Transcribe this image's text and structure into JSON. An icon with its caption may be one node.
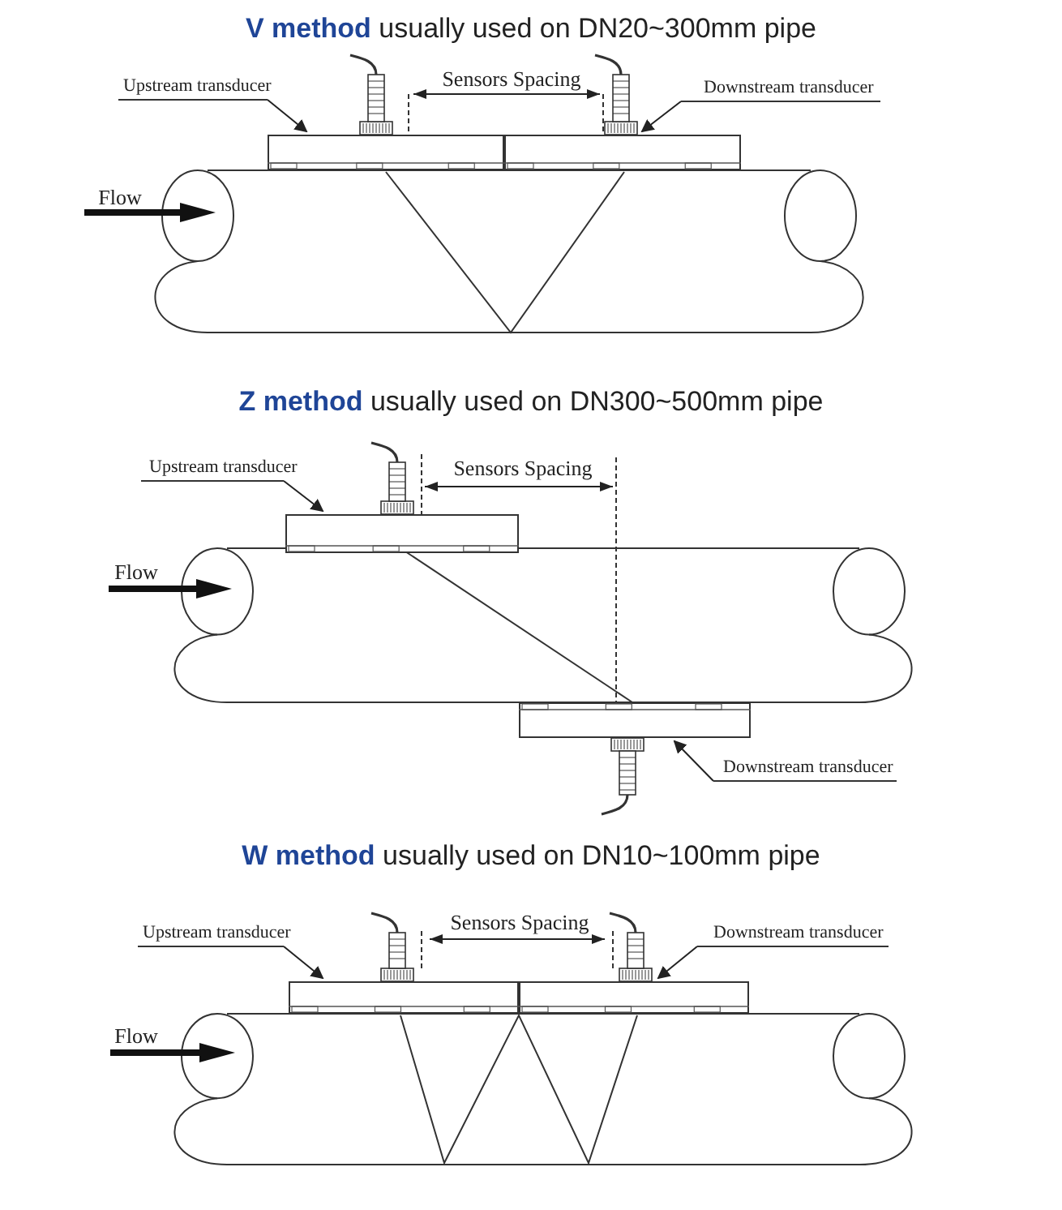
{
  "diagram": {
    "nodes": [
      {
        "text": [
          "Upstream transducer"
        ]
      },
      {
        "text": [],
        "shape": "box"
      },
      {
        "text": [
          "Downstream transducer"
        ]
      },
      {
        "text": [],
        "shape": "box"
      },
      {
        "text": [
          "Upstream transducer"
        ]
      },
      {
        "text": [],
        "shape": "box"
      },
      {
        "text": [
          "Downstream transducer"
        ]
      },
      {
        "text": [],
        "shape": "box"
      },
      {
        "text": [
          "Upstream transducer"
        ]
      },
      {
        "text": [],
        "shape": "box"
      },
      {
        "text": [
          "Downstream transducer"
        ]
      },
      {
        "text": [],
        "shape": "box"
      }
    ],
    "edges": [
      {
        "from": 0,
        "to": 1,
        "arrow": "to"
      },
      {
        "from": 2,
        "to": 3,
        "arrow": "to"
      },
      {
        "from": 4,
        "to": 5,
        "arrow": "to"
      },
      {
        "from": 6,
        "to": 7,
        "arrow": "to"
      },
      {
        "from": 8,
        "to": 9,
        "arrow": "to"
      },
      {
        "from": 10,
        "to": 11,
        "arrow": "to"
      }
    ],
    "labels": [
      "**V method** usually used on DN20~300mm pipe",
      "Sensors Spacing",
      "Flow",
      "**Z method** usually used on DN300~500mm pipe",
      "Sensors Spacing",
      "Flow",
      "**W method** usually used on DN10~100mm pipe",
      "Sensors Spacing",
      "Flow"
    ]
  }
}
